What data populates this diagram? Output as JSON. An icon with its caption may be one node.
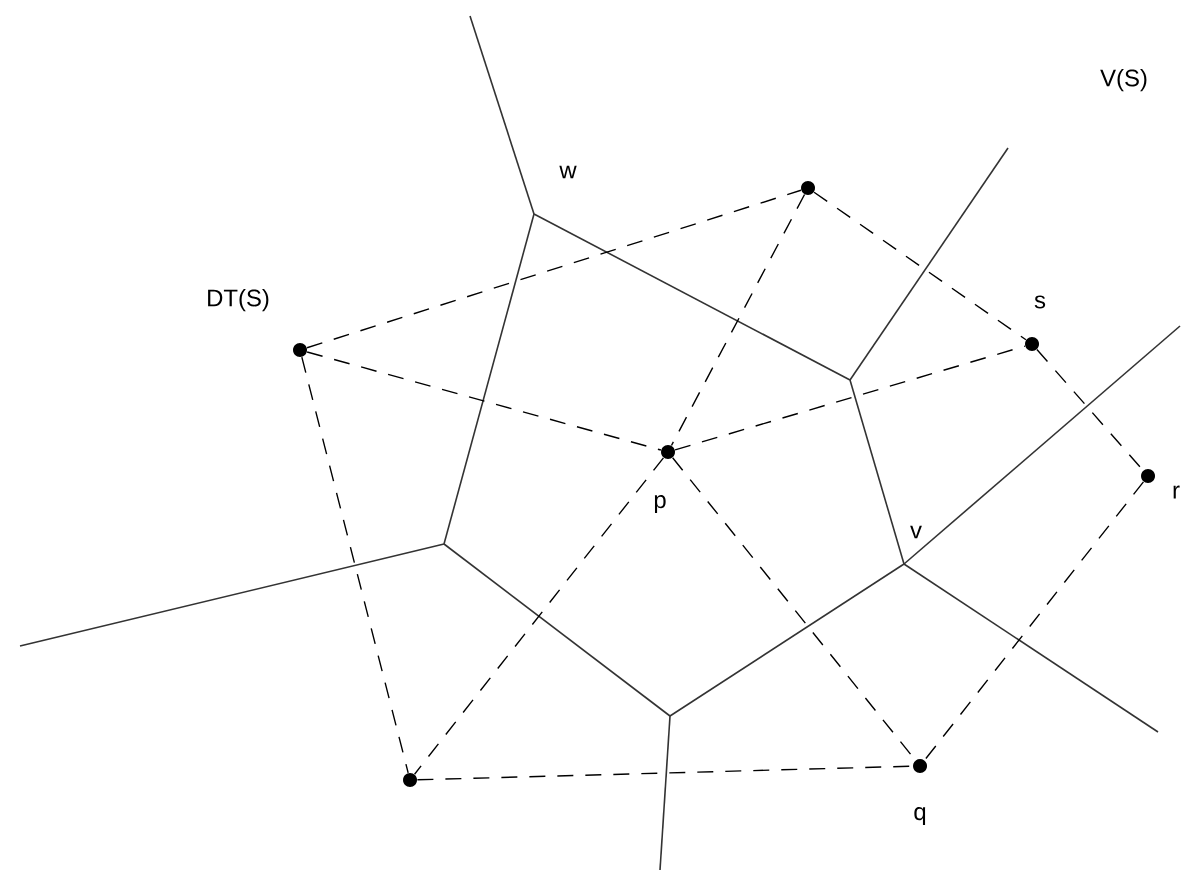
{
  "diagram": {
    "nodes": [
      {
        "text": [],
        "shape": "circle"
      },
      {
        "text": [],
        "shape": "circle",
        "beside": [
          "s"
        ]
      },
      {
        "text": [],
        "shape": "circle"
      },
      {
        "text": [],
        "shape": "circle",
        "beside": [
          "p"
        ]
      },
      {
        "text": [],
        "shape": "circle",
        "beside": [
          "r"
        ]
      },
      {
        "text": [],
        "shape": "circle",
        "beside": [
          "q"
        ]
      },
      {
        "text": [],
        "shape": "circle"
      }
    ],
    "edges": [
      {
        "from": 2,
        "to": 0,
        "arrow": "none",
        "style": "dashed"
      },
      {
        "from": 0,
        "to": 1,
        "arrow": "none",
        "style": "dashed"
      },
      {
        "from": 0,
        "to": 3,
        "arrow": "none",
        "style": "dashed"
      },
      {
        "from": 2,
        "to": 3,
        "arrow": "none",
        "style": "dashed"
      },
      {
        "from": 3,
        "to": 1,
        "arrow": "none",
        "style": "dashed"
      },
      {
        "from": 1,
        "to": 4,
        "arrow": "none",
        "style": "dashed"
      },
      {
        "from": 2,
        "to": 6,
        "arrow": "none",
        "style": "dashed"
      },
      {
        "from": 3,
        "to": 6,
        "arrow": "none",
        "style": "dashed"
      },
      {
        "from": 3,
        "to": 5,
        "arrow": "none",
        "style": "dashed"
      },
      {
        "from": 4,
        "to": 5,
        "arrow": "none",
        "style": "dashed"
      },
      {
        "from": 6,
        "to": 5,
        "arrow": "none",
        "style": "dashed"
      }
    ],
    "labels": [
      "w",
      "V(S)",
      "DT(S)",
      "v"
    ]
  }
}
